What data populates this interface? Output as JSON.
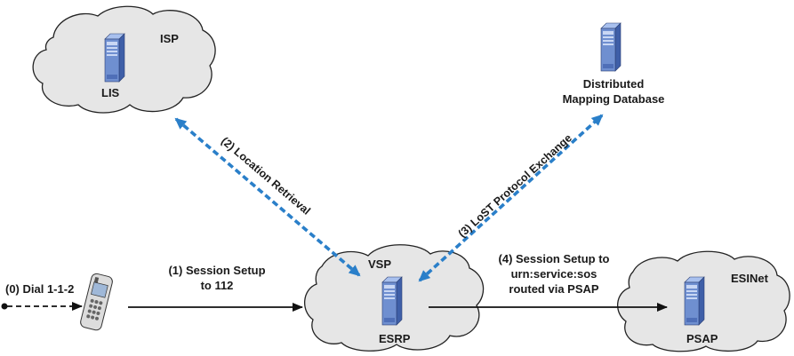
{
  "colors": {
    "cloud_fill": "#e6e6e6",
    "server_front": "#6f8fd0",
    "server_side": "#3f5fa8",
    "server_top": "#a8c0ee",
    "dashed_arrow": "#2a7fc9",
    "solid_arrow": "#111111"
  },
  "clouds": {
    "isp": {
      "label": "ISP",
      "server_label": "LIS",
      "icon": "server-icon"
    },
    "vsp": {
      "label": "VSP",
      "server_label": "ESRP",
      "icon": "server-icon"
    },
    "esinet": {
      "label": "ESINet",
      "server_label": "PSAP",
      "icon": "server-icon"
    }
  },
  "database": {
    "icon": "server-icon",
    "label_lines": [
      "Distributed",
      "Mapping Database"
    ]
  },
  "phone": {
    "icon": "mobile-phone-icon"
  },
  "steps": {
    "dial": "(0) Dial 1-1-2",
    "session_setup": [
      "(1) Session Setup",
      "to 112"
    ],
    "location_retrieval": "(2) Location Retrieval",
    "lost_exchange": "(3) LoST Protocol Exchange",
    "route": [
      "(4) Session Setup to",
      "urn:service:sos",
      "routed via PSAP"
    ]
  }
}
